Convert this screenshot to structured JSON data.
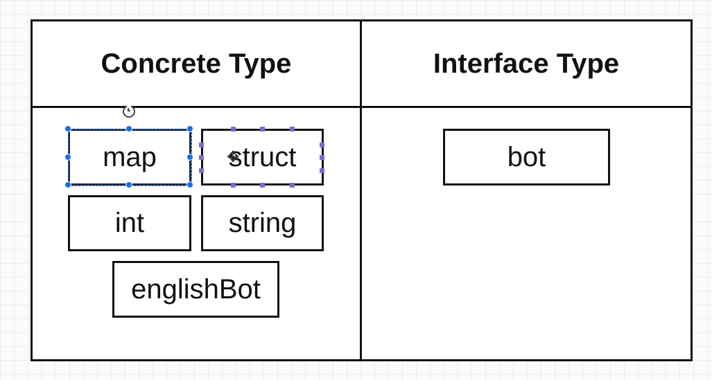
{
  "table": {
    "headers": {
      "left": "Concrete Type",
      "right": "Interface Type"
    },
    "concrete_types": [
      "map",
      "struct",
      "int",
      "string",
      "englishBot"
    ],
    "interface_types": [
      "bot"
    ]
  },
  "selection": {
    "selected_item": "map",
    "hovered_item": "struct"
  },
  "icons": {
    "rotate": "rotate-icon",
    "move": "move-cursor-icon"
  },
  "colors": {
    "border": "#111111",
    "handle_primary": "#1a6fe8",
    "handle_secondary": "#7a6ad0",
    "grid": "#ececec"
  }
}
